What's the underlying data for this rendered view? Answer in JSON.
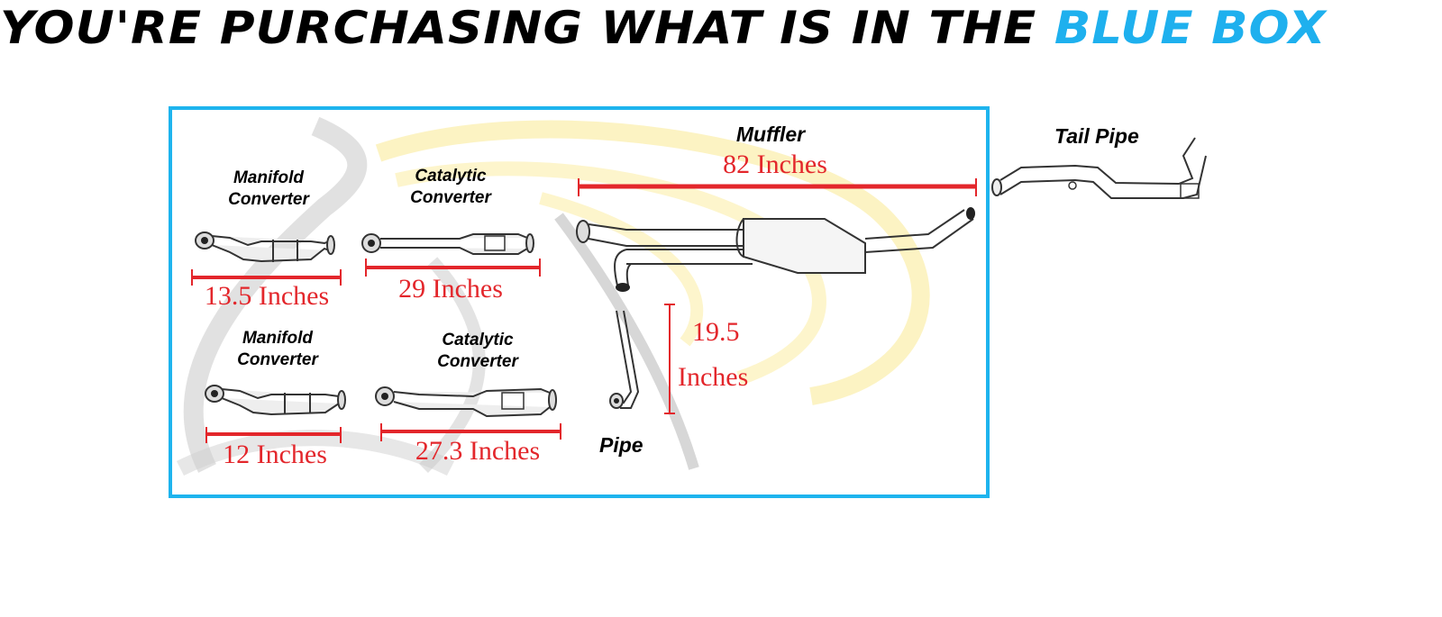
{
  "title": {
    "prefix": "YOU'RE PURCHASING WHAT IS IN THE ",
    "highlight": "BLUE BOX"
  },
  "colors": {
    "box": "#1eb4ee",
    "measure": "#e3262b",
    "title_highlight": "#1eb0ee"
  },
  "parts": {
    "manifold1": {
      "line1": "Manifold",
      "line2": "Converter",
      "length": "13.5 Inches"
    },
    "catalytic1": {
      "line1": "Catalytic",
      "line2": "Converter",
      "length": "29 Inches"
    },
    "manifold2": {
      "line1": "Manifold",
      "line2": "Converter",
      "length": "12 Inches"
    },
    "catalytic2": {
      "line1": "Catalytic",
      "line2": "Converter",
      "length": "27.3 Inches"
    },
    "muffler": {
      "label": "Muffler",
      "length": "82 Inches"
    },
    "pipe": {
      "label": "Pipe",
      "length_value": "19.5",
      "length_unit": "Inches"
    },
    "tailpipe": {
      "label": "Tail Pipe"
    }
  }
}
